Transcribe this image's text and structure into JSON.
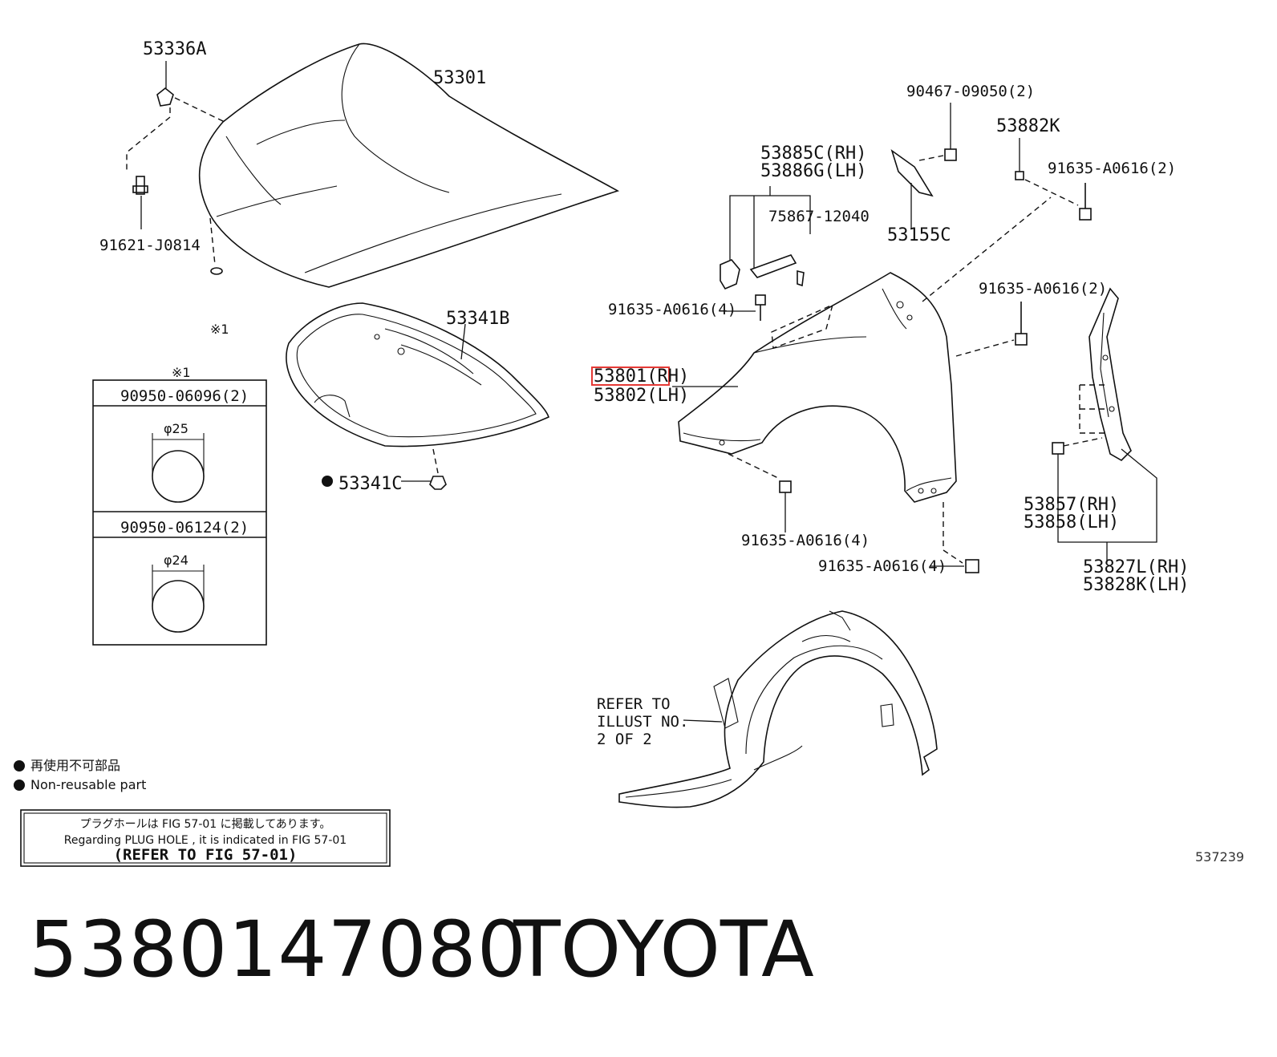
{
  "callouts": {
    "hood_clip": "53336A",
    "hood": "53301",
    "hood_bolt": "91621-J0814",
    "plug_ref": "※1",
    "insulator": "53341B",
    "insulator_clip": "53341C",
    "fender_rh": "53801(RH)",
    "fender_lh": "53802(LH)",
    "bracket_rh": "53885C(RH)",
    "bracket_lh": "53886G(LH)",
    "emblem": "75867-12040",
    "screw_top": "90467-09050(2)",
    "seal": "53155C",
    "pad": "53882K",
    "bolt_a": "91635-A0616(2)",
    "bolt_b": "91635-A0616(4)",
    "bolt_c": "91635-A0616(2)",
    "bolt_d": "91635-A0616(4)",
    "bolt_e": "91635-A0616(4)",
    "liner_rh": "53857(RH)",
    "liner_lh": "53858(LH)",
    "seal_rh": "53827L(RH)",
    "seal_lh": "53828K(LH)",
    "refer_1": "REFER TO",
    "refer_2": "ILLUST NO.",
    "refer_3": "2 OF 2"
  },
  "plug_table": {
    "header": "※1",
    "rows": [
      {
        "part": "90950-06096(2)",
        "diameter": "φ25"
      },
      {
        "part": "90950-06124(2)",
        "diameter": "φ24"
      }
    ]
  },
  "legend": {
    "non_reusable_jp": "再使用不可部品",
    "non_reusable_en": "Non-reusable part"
  },
  "notice": {
    "line_jp": "プラグホールは FIG 57-01 に掲載してあります。",
    "line_en": "Regarding  PLUG  HOLE , it is indicated in  FIG  57-01",
    "line_ref": "(REFER TO FIG 57-01)"
  },
  "figure_id": "537239",
  "footer": {
    "part_number": "5380147080",
    "brand": "TOYOTA"
  }
}
